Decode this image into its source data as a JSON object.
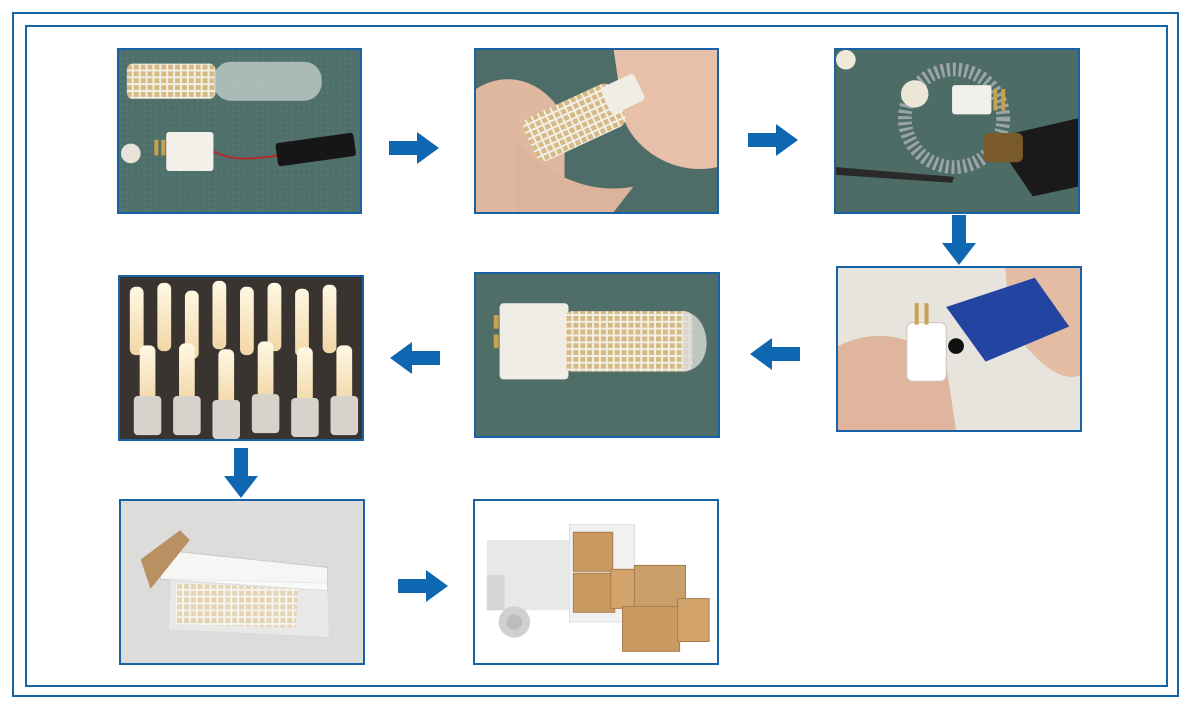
{
  "diagram": {
    "steps": [
      {
        "icon": "led-components-photo"
      },
      {
        "icon": "assembly-by-hand-photo"
      },
      {
        "icon": "soldering-photo"
      },
      {
        "icon": "pin-fixing-photo"
      },
      {
        "icon": "finished-bulb-photo"
      },
      {
        "icon": "aging-test-photo"
      },
      {
        "icon": "packing-photo"
      },
      {
        "icon": "shipping-truck-illustration"
      }
    ],
    "colors": {
      "frame": "#1565a6",
      "arrow": "#0f67b1",
      "panel_border": "#1a62a6",
      "mat_green": "#4f6e68"
    }
  }
}
